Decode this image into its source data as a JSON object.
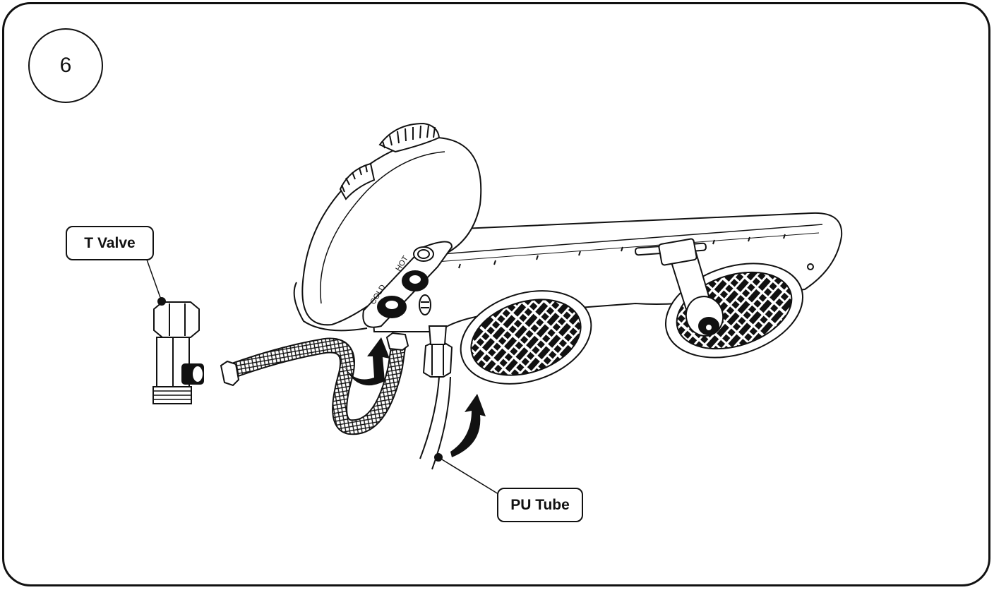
{
  "step": {
    "number": "6"
  },
  "callouts": {
    "t_valve": "T Valve",
    "pu_tube": "PU Tube"
  },
  "purifier_labels": {
    "cold": "COLD",
    "hot": "HOT"
  },
  "colors": {
    "ink": "#111111",
    "paper": "#ffffff"
  }
}
